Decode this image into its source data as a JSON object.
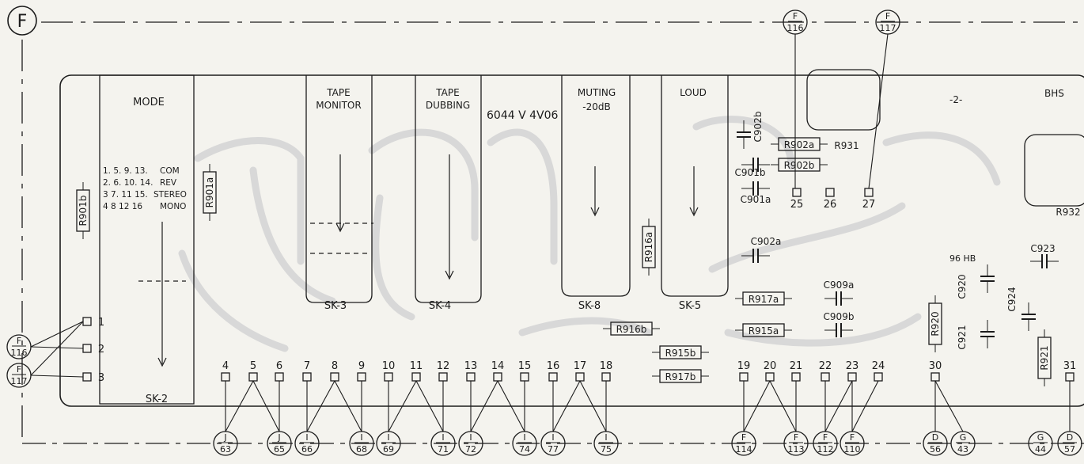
{
  "section_letter": "F",
  "switch_labels": {
    "mode": "MODE",
    "tape_monitor_1": "TAPE",
    "tape_monitor_2": "MONITOR",
    "tape_dubbing_1": "TAPE",
    "tape_dubbing_2": "DUBBING",
    "muting_1": "MUTING",
    "muting_2": "-20dB",
    "loud": "LOUD"
  },
  "mode_legend": [
    {
      "pins": "1. 5. 9. 13.",
      "name": "COM"
    },
    {
      "pins": "2. 6. 10. 14.",
      "name": "REV"
    },
    {
      "pins": "3 7. 11 15.",
      "name": "STEREO"
    },
    {
      "pins": "4 8 12 16",
      "name": "MONO"
    }
  ],
  "switches": [
    "SK-2",
    "SK-3",
    "SK-4",
    "SK-8",
    "SK-5"
  ],
  "resistors": [
    "R901b",
    "R901a",
    "R916a",
    "R902a",
    "R902b",
    "R931",
    "R917a",
    "R915a",
    "R916b",
    "R915b",
    "R917b",
    "R920",
    "R921",
    "R932"
  ],
  "capacitors": [
    "C902b",
    "C901b",
    "C901a",
    "C902a",
    "C909a",
    "C909b",
    "C920",
    "C921",
    "C923",
    "C924"
  ],
  "terminals_top": [
    "25",
    "26",
    "27"
  ],
  "terminals_left": [
    "1",
    "2",
    "3"
  ],
  "terminals_bottom": [
    "4",
    "5",
    "6",
    "7",
    "8",
    "9",
    "10",
    "11",
    "12",
    "13",
    "14",
    "15",
    "16",
    "17",
    "18",
    "19",
    "20",
    "21",
    "22",
    "23",
    "24",
    "30",
    "31"
  ],
  "connectors_top": [
    {
      "letter": "F",
      "num": "116"
    },
    {
      "letter": "F",
      "num": "117"
    }
  ],
  "connectors_left": [
    {
      "letter": "F",
      "num": "116"
    },
    {
      "letter": "F",
      "num": "117"
    }
  ],
  "connectors_bottom": [
    {
      "letter": "J",
      "num": "63"
    },
    {
      "letter": "J",
      "num": "65"
    },
    {
      "letter": "I",
      "num": "66"
    },
    {
      "letter": "I",
      "num": "68"
    },
    {
      "letter": "I",
      "num": "69"
    },
    {
      "letter": "I",
      "num": "71"
    },
    {
      "letter": "I",
      "num": "72"
    },
    {
      "letter": "I",
      "num": "74"
    },
    {
      "letter": "I",
      "num": "77"
    },
    {
      "letter": "I",
      "num": "75"
    },
    {
      "letter": "F",
      "num": "114"
    },
    {
      "letter": "F",
      "num": "113"
    },
    {
      "letter": "F",
      "num": "112"
    },
    {
      "letter": "F",
      "num": "110"
    },
    {
      "letter": "D",
      "num": "56"
    },
    {
      "letter": "G",
      "num": "43"
    },
    {
      "letter": "G",
      "num": "44"
    },
    {
      "letter": "D",
      "num": "57"
    }
  ],
  "board_marks": {
    "mark_a": "-2-",
    "mark_b": "96 HB",
    "mark_c": "6044 V 4V06",
    "mark_d": "BHS"
  }
}
